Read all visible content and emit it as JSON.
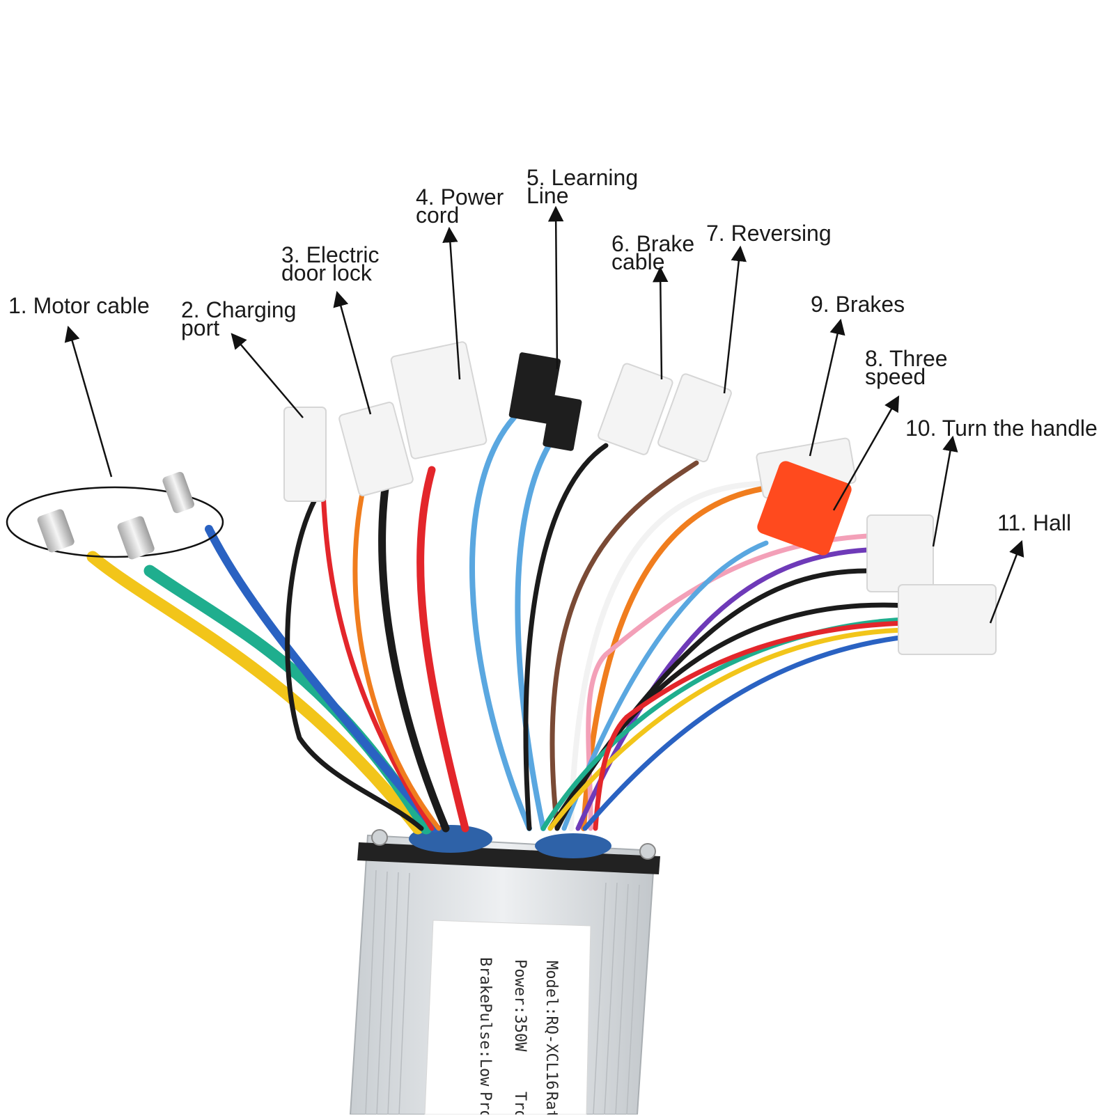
{
  "labels": [
    {
      "id": "motor-cable",
      "lines": [
        "1. Motor cable"
      ]
    },
    {
      "id": "charging-port",
      "lines": [
        "2. Charging",
        "port"
      ]
    },
    {
      "id": "electric-door-lock",
      "lines": [
        "3. Electric",
        "door lock"
      ]
    },
    {
      "id": "power-cord",
      "lines": [
        "4. Power",
        "cord"
      ]
    },
    {
      "id": "learning-line",
      "lines": [
        "5. Learning",
        "Line"
      ]
    },
    {
      "id": "brake-cable",
      "lines": [
        "6. Brake",
        "cable"
      ]
    },
    {
      "id": "reversing",
      "lines": [
        "7. Reversing"
      ]
    },
    {
      "id": "three-speed",
      "lines": [
        "8. Three",
        "speed"
      ]
    },
    {
      "id": "brakes",
      "lines": [
        "9. Brakes"
      ]
    },
    {
      "id": "turn-the-handle",
      "lines": [
        "10. Turn the handle"
      ]
    },
    {
      "id": "hall",
      "lines": [
        "11. Hall"
      ]
    }
  ],
  "plate": {
    "model": "Model:RQ-XCL16",
    "power": "Power:350W",
    "brake_pulse": "BrakePulse:Low",
    "rated_partial": "Rat",
    "throttle_partial": "Trot",
    "product_partial": "Prod"
  },
  "colors": {
    "wire_yellow": "#f2c51a",
    "wire_green": "#1fae8e",
    "wire_blue": "#2a62c2",
    "wire_black": "#1b1b1b",
    "wire_red": "#e3262b",
    "wire_orange": "#f07d1e",
    "wire_light_blue": "#5aa7e0",
    "wire_brown": "#7a4a35",
    "wire_white": "#f2f2f2",
    "wire_pink": "#f3a0b8",
    "wire_purple": "#6e3ab8",
    "connector_white": "#f4f4f4",
    "connector_black": "#1e1e1e",
    "connector_red": "#ff4a1e",
    "housing_silver": "#d9dde0"
  }
}
